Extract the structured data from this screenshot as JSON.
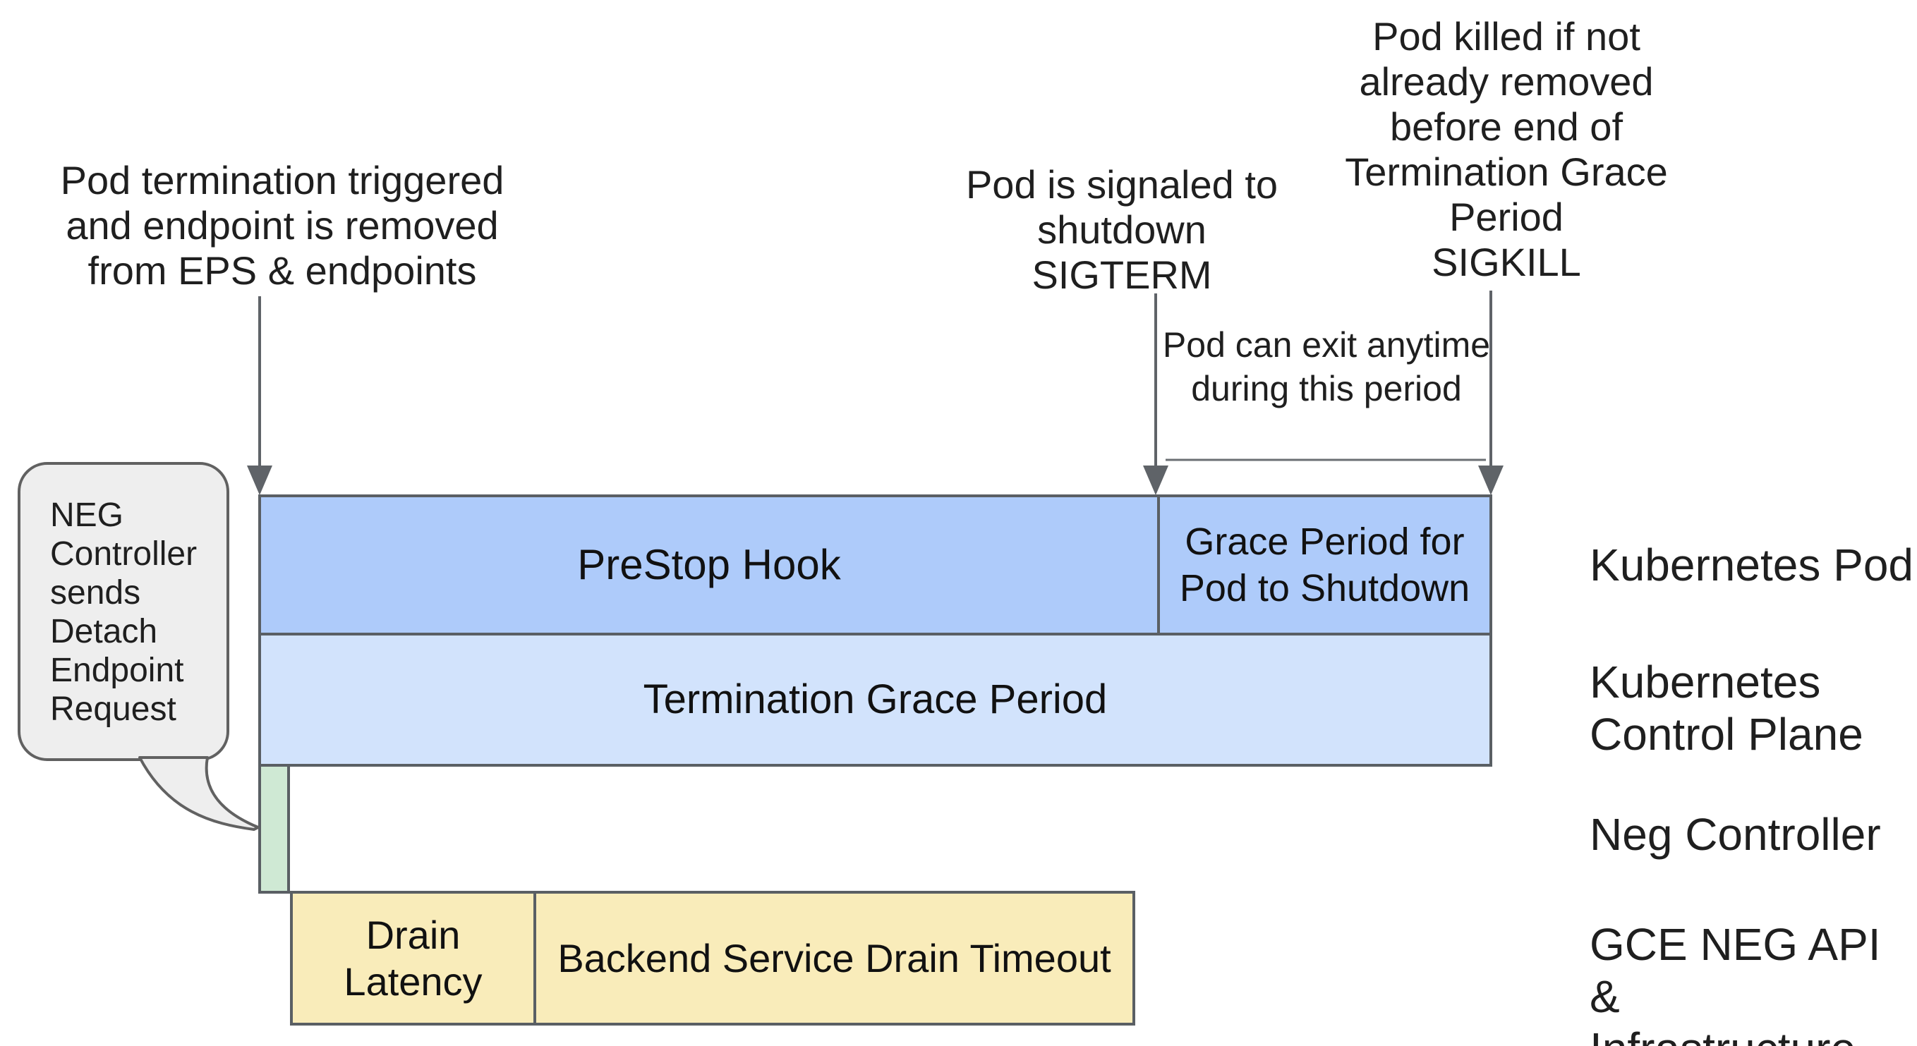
{
  "annotations": {
    "pod_termination": "Pod termination triggered\nand endpoint is removed\nfrom EPS & endpoints",
    "pod_signaled": "Pod is signaled to\nshutdown\nSIGTERM",
    "pod_killed": "Pod killed if not\nalready removed\nbefore end of\nTermination Grace\nPeriod\nSIGKILL",
    "pod_exit": "Pod can exit anytime\nduring this period",
    "neg_controller_note": "NEG\nController\nsends\nDetach\nEndpoint\nRequest"
  },
  "timeline": {
    "kubernetes_pod": {
      "prestop": "PreStop Hook",
      "grace": "Grace Period for\nPod to Shutdown"
    },
    "control_plane": {
      "termination_grace": "Termination Grace Period"
    },
    "neg_controller": {
      "detach_segment": ""
    },
    "gce": {
      "drain_latency": "Drain\nLatency",
      "backend_drain": "Backend Service Drain Timeout"
    }
  },
  "lanes": [
    "Kubernetes Pod",
    "Kubernetes\nControl Plane",
    "Neg Controller",
    "GCE NEG API &\nInfrastructure"
  ],
  "colors": {
    "bar_blue": "#aecbfa",
    "bar_blue_light": "#d2e3fc",
    "bar_green": "#cfe9d4",
    "bar_yellow": "#f9ecba",
    "connector_gray": "#5f6368",
    "border_gray": "#5a5f64",
    "bubble_fill": "#eeeeee",
    "bubble_border": "#616161",
    "text": "#1f1f1f",
    "background": "#ffffff"
  }
}
